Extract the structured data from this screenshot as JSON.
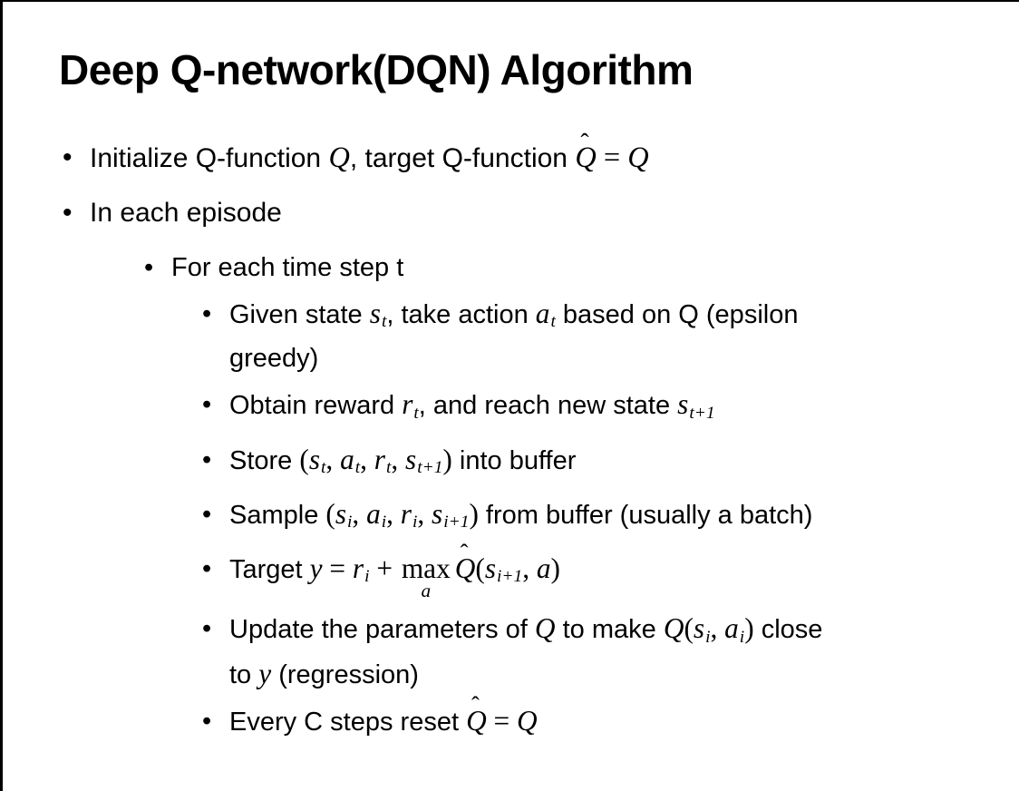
{
  "slide": {
    "title": "Deep Q-network(DQN) Algorithm",
    "bullet_char": "•",
    "hat_char": "ˆ",
    "colors": {
      "background": "#ffffff",
      "text": "#000000",
      "frame": "#000000"
    },
    "bullets": [
      {
        "level": 1,
        "lines": [
          [
            {
              "k": "t",
              "v": "Initialize Q-function "
            },
            {
              "k": "m",
              "v": "Q"
            },
            {
              "k": "t",
              "v": ", target Q-function "
            },
            {
              "k": "m",
              "v": "Q",
              "hat": true
            },
            {
              "k": "mt",
              "v": " = "
            },
            {
              "k": "m",
              "v": "Q"
            }
          ]
        ]
      },
      {
        "level": 1,
        "lines": [
          [
            {
              "k": "t",
              "v": "In each episode"
            }
          ]
        ]
      },
      {
        "level": 2,
        "lines": [
          [
            {
              "k": "t",
              "v": "For each time step t"
            }
          ]
        ]
      },
      {
        "level": 3,
        "lines": [
          [
            {
              "k": "t",
              "v": "Given state "
            },
            {
              "k": "m",
              "v": "s",
              "sub": "t"
            },
            {
              "k": "t",
              "v": ", take action "
            },
            {
              "k": "m",
              "v": "a",
              "sub": "t"
            },
            {
              "k": "t",
              "v": " based on Q (epsilon"
            }
          ],
          [
            {
              "k": "t",
              "v": "greedy)"
            }
          ]
        ]
      },
      {
        "level": 3,
        "lines": [
          [
            {
              "k": "t",
              "v": "Obtain reward "
            },
            {
              "k": "m",
              "v": "r",
              "sub": "t"
            },
            {
              "k": "t",
              "v": ", and reach new state "
            },
            {
              "k": "m",
              "v": "s",
              "sub": "t+1"
            }
          ]
        ]
      },
      {
        "level": 3,
        "lines": [
          [
            {
              "k": "t",
              "v": "Store "
            },
            {
              "k": "mt",
              "v": "("
            },
            {
              "k": "m",
              "v": "s",
              "sub": "t"
            },
            {
              "k": "mt",
              "v": ", "
            },
            {
              "k": "m",
              "v": "a",
              "sub": "t"
            },
            {
              "k": "mt",
              "v": ", "
            },
            {
              "k": "m",
              "v": "r",
              "sub": "t"
            },
            {
              "k": "mt",
              "v": ", "
            },
            {
              "k": "m",
              "v": "s",
              "sub": "t+1"
            },
            {
              "k": "mt",
              "v": ")"
            },
            {
              "k": "t",
              "v": " into buffer"
            }
          ]
        ]
      },
      {
        "level": 3,
        "lines": [
          [
            {
              "k": "t",
              "v": "Sample "
            },
            {
              "k": "mt",
              "v": "("
            },
            {
              "k": "m",
              "v": "s",
              "sub": "i"
            },
            {
              "k": "mt",
              "v": ", "
            },
            {
              "k": "m",
              "v": "a",
              "sub": "i"
            },
            {
              "k": "mt",
              "v": ", "
            },
            {
              "k": "m",
              "v": "r",
              "sub": "i"
            },
            {
              "k": "mt",
              "v": ", "
            },
            {
              "k": "m",
              "v": "s",
              "sub": "i+1"
            },
            {
              "k": "mt",
              "v": ")"
            },
            {
              "k": "t",
              "v": " from buffer (usually a batch)"
            }
          ]
        ]
      },
      {
        "level": 3,
        "lines": [
          [
            {
              "k": "t",
              "v": "Target "
            },
            {
              "k": "m",
              "v": "y"
            },
            {
              "k": "mt",
              "v": " = "
            },
            {
              "k": "m",
              "v": "r",
              "sub": "i"
            },
            {
              "k": "mt",
              "v": " + "
            },
            {
              "k": "max",
              "v": "max",
              "under": "a"
            },
            {
              "k": "m",
              "v": "Q",
              "hat": true
            },
            {
              "k": "mt",
              "v": "("
            },
            {
              "k": "m",
              "v": "s",
              "sub": "i+1"
            },
            {
              "k": "mt",
              "v": ", "
            },
            {
              "k": "m",
              "v": "a"
            },
            {
              "k": "mt",
              "v": ")"
            }
          ]
        ]
      },
      {
        "level": 3,
        "lines": [
          [
            {
              "k": "t",
              "v": "Update the parameters of "
            },
            {
              "k": "m",
              "v": "Q"
            },
            {
              "k": "t",
              "v": " to make "
            },
            {
              "k": "m",
              "v": "Q"
            },
            {
              "k": "mt",
              "v": "("
            },
            {
              "k": "m",
              "v": "s",
              "sub": "i"
            },
            {
              "k": "mt",
              "v": ", "
            },
            {
              "k": "m",
              "v": "a",
              "sub": "i"
            },
            {
              "k": "mt",
              "v": ")"
            },
            {
              "k": "t",
              "v": " close"
            }
          ],
          [
            {
              "k": "t",
              "v": "to "
            },
            {
              "k": "m",
              "v": "y"
            },
            {
              "k": "t",
              "v": " (regression)"
            }
          ]
        ]
      },
      {
        "level": 3,
        "lines": [
          [
            {
              "k": "t",
              "v": "Every C steps reset "
            },
            {
              "k": "m",
              "v": "Q",
              "hat": true
            },
            {
              "k": "mt",
              "v": " = "
            },
            {
              "k": "m",
              "v": "Q"
            }
          ]
        ]
      }
    ]
  }
}
